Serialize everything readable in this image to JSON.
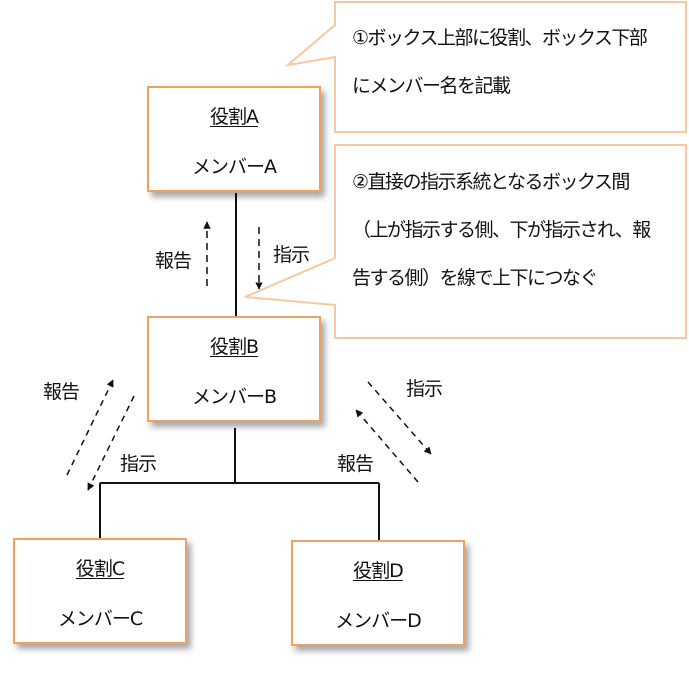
{
  "boxes": [
    {
      "id": "A",
      "role": "役割A",
      "member": "メンバーA"
    },
    {
      "id": "B",
      "role": "役割B",
      "member": "メンバーB"
    },
    {
      "id": "C",
      "role": "役割C",
      "member": "メンバーC"
    },
    {
      "id": "D",
      "role": "役割D",
      "member": "メンバーD"
    }
  ],
  "arrow_labels": {
    "ab_report": "報告",
    "ab_instruct": "指示",
    "bc_report": "報告",
    "bc_instruct": "指示",
    "bd_instruct": "指示",
    "bd_report": "報告"
  },
  "callouts": [
    {
      "lines": [
        "①ボックス上部に役割、ボックス下部",
        "にメンバー名を記載"
      ]
    },
    {
      "lines": [
        "②直接の指示系統となるボックス間",
        "（上が指示する側、下が指示され、報",
        "告する側）を線で上下につなぐ"
      ]
    }
  ],
  "colors": {
    "box_border": "#f0a060",
    "callout_border": "#f8c8a0",
    "line": "#111111"
  }
}
